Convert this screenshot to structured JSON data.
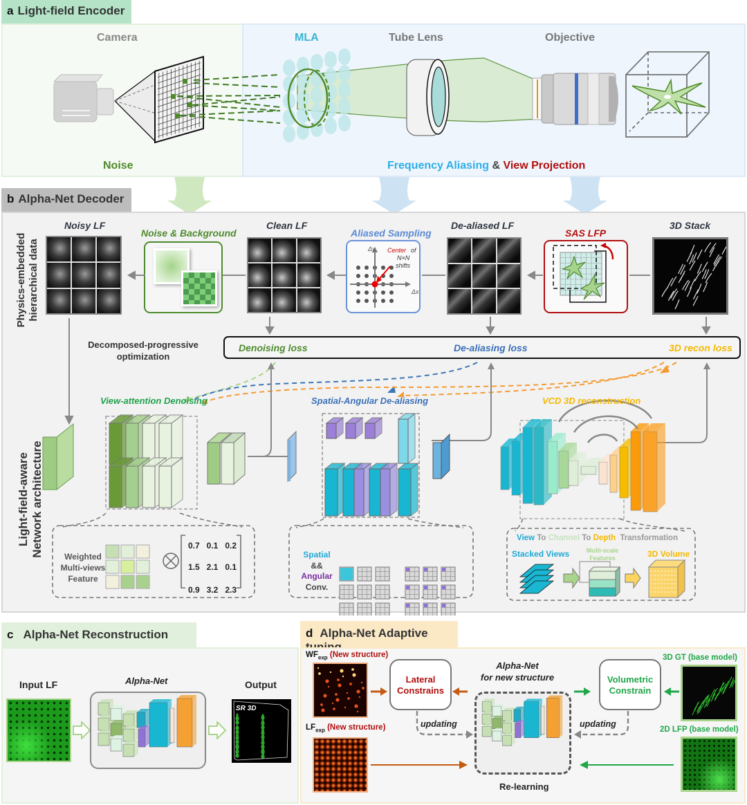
{
  "panel_a": {
    "letter": "a",
    "title": "Light-field Encoder",
    "camera_label": "Camera",
    "mla_label": "MLA",
    "tube_lens_label": "Tube Lens",
    "objective_label": "Objective",
    "noise_label": "Noise",
    "freq_aliasing_label": "Frequency Aliasing",
    "amp_label": "&",
    "view_projection_label": "View Projection"
  },
  "panel_b": {
    "letter": "b",
    "title": "Alpha-Net Decoder",
    "row_label_data": [
      "Physics-embedded",
      "hierarchical data"
    ],
    "row_label_network": [
      "Light-field-aware",
      "Network architecture"
    ],
    "noisy_lf": "Noisy LF",
    "noise_background": "Noise & Background",
    "clean_lf": "Clean LF",
    "aliased_sampling": "Aliased Sampling",
    "aliased_delta_y": "Δy",
    "aliased_delta_x": "Δx",
    "aliased_center": "Center",
    "aliased_of": "of",
    "aliased_nxn": "N×N",
    "aliased_shifts": "shifts",
    "dealiased_lf": "De-aliased LF",
    "sas_lfp": "SAS LFP",
    "stack_3d": "3D Stack",
    "optimization_label": [
      "Decomposed-progressive",
      "optimization"
    ],
    "denoising_loss": "Denoising loss",
    "dealiasing_loss": "De-aliasing loss",
    "recon_loss": "3D recon loss",
    "view_attention": "View-attention Denoising",
    "spatial_angular": "Spatial-Angular De-aliasing",
    "vcd_recon": "VCD 3D reconstruction",
    "weighted_feature": [
      "Weighted",
      "Multi-views",
      "Feature"
    ],
    "otimes": "⊗",
    "matrix": [
      [
        "0.7",
        "0.1",
        "0.2"
      ],
      [
        "1.5",
        "2.1",
        "0.1"
      ],
      [
        "0.9",
        "3.2",
        "2.3"
      ]
    ],
    "conv_spatial": "Spatial",
    "conv_and": "&&",
    "conv_angular": "Angular",
    "conv_conv": "Conv.",
    "vcd_view": "View",
    "vcd_to1": "To",
    "vcd_channel": "Channel",
    "vcd_to2": "To",
    "vcd_depth": "Depth",
    "vcd_transformation": "Transformation",
    "stacked_views": "Stacked Views",
    "multiscale": [
      "Multi-scale",
      "Features"
    ],
    "volume_3d": "3D Volume"
  },
  "panel_c": {
    "letter": "c",
    "title": "Alpha-Net Reconstruction",
    "input_lf": "Input LF",
    "alpha_net": "Alpha-Net",
    "output": "Output",
    "sr_3d": "SR 3D"
  },
  "panel_d": {
    "letter": "d",
    "title": "Alpha-Net Adaptive tuning",
    "wf_exp": "WF",
    "wf_sub": "exp",
    "lf_exp": "LF",
    "lf_sub": "exp",
    "new_structure": "(New structure)",
    "lateral": [
      "Lateral",
      "Constrains"
    ],
    "alpha_title": [
      "Alpha-Net",
      "for new structure"
    ],
    "volumetric": [
      "Volumetric",
      "Constrain"
    ],
    "updating": "updating",
    "relearning": "Re-learning",
    "gt_3d": "3D GT (base model)",
    "lfp_2d": "2D LFP (base model)"
  },
  "colors": {
    "encoder_green": "#b4e3c8",
    "decoder_gray": "#bdbdbd",
    "noise_green": "#4f8a2a",
    "mla_cyan": "#3ab5d6",
    "freq_blue": "#2eaee8",
    "view_red": "#b20e0e",
    "denoise_green": "#4e8a2d",
    "dealias_blue": "#3a6fb7",
    "recon_yellow": "#f5b800",
    "orange_arrow": "#c55a11",
    "green_arrow": "#1fa74a"
  }
}
